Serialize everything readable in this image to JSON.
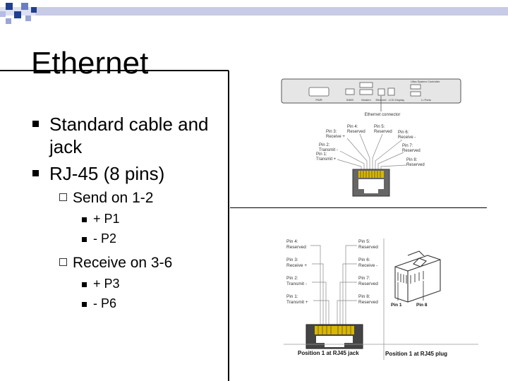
{
  "slide": {
    "title": "Ethernet",
    "bullets": [
      {
        "text": "Standard cable and jack",
        "children": []
      },
      {
        "text": "RJ-45 (8 pins)",
        "children": [
          {
            "text": "Send on 1-2",
            "children": [
              {
                "text": "+ P1"
              },
              {
                "text": "- P2"
              }
            ]
          },
          {
            "text": "Receive on 3-6",
            "children": [
              {
                "text": "+ P3"
              },
              {
                "text": "- P6"
              }
            ]
          }
        ]
      }
    ]
  },
  "figure_top": {
    "connector_label": "Ethernet connector",
    "panel_labels": [
      "PWR",
      "IDMS",
      "Modem",
      "Ethernet",
      "LCD Display",
      "Li Ports",
      "Ultra System Controller"
    ],
    "pins": [
      {
        "pin": "Pin 1:",
        "desc": "Transmit +"
      },
      {
        "pin": "Pin 2:",
        "desc": "Transmit -"
      },
      {
        "pin": "Pin 3:",
        "desc": "Receive +"
      },
      {
        "pin": "Pin 4:",
        "desc": "Reserved"
      },
      {
        "pin": "Pin 5:",
        "desc": "Reserved"
      },
      {
        "pin": "Pin 6:",
        "desc": "Receive -"
      },
      {
        "pin": "Pin 7:",
        "desc": "Reserved"
      },
      {
        "pin": "Pin 8:",
        "desc": "Reserved"
      }
    ]
  },
  "figure_bottom": {
    "pins": [
      {
        "pin": "Pin 4:",
        "desc": "Reserved"
      },
      {
        "pin": "Pin 3:",
        "desc": "Receive +"
      },
      {
        "pin": "Pin 2:",
        "desc": "Transmit -"
      },
      {
        "pin": "Pin 1:",
        "desc": "Transmit +"
      },
      {
        "pin": "Pin 5:",
        "desc": "Reserved"
      },
      {
        "pin": "Pin 6:",
        "desc": "Receive -"
      },
      {
        "pin": "Pin 7:",
        "desc": "Reserved"
      },
      {
        "pin": "Pin 8:",
        "desc": "Reserved"
      }
    ],
    "plug_pin_left": "Pin 1",
    "plug_pin_right": "Pin 8",
    "caption_jack": "Position 1 at RJ45 jack",
    "caption_plug": "Position 1 at RJ45 plug"
  },
  "colors": {
    "deco_squares": "#1f3f8f",
    "deco_band": "#c7cbe6",
    "wire": "#888888",
    "gold": "#d8b800"
  }
}
